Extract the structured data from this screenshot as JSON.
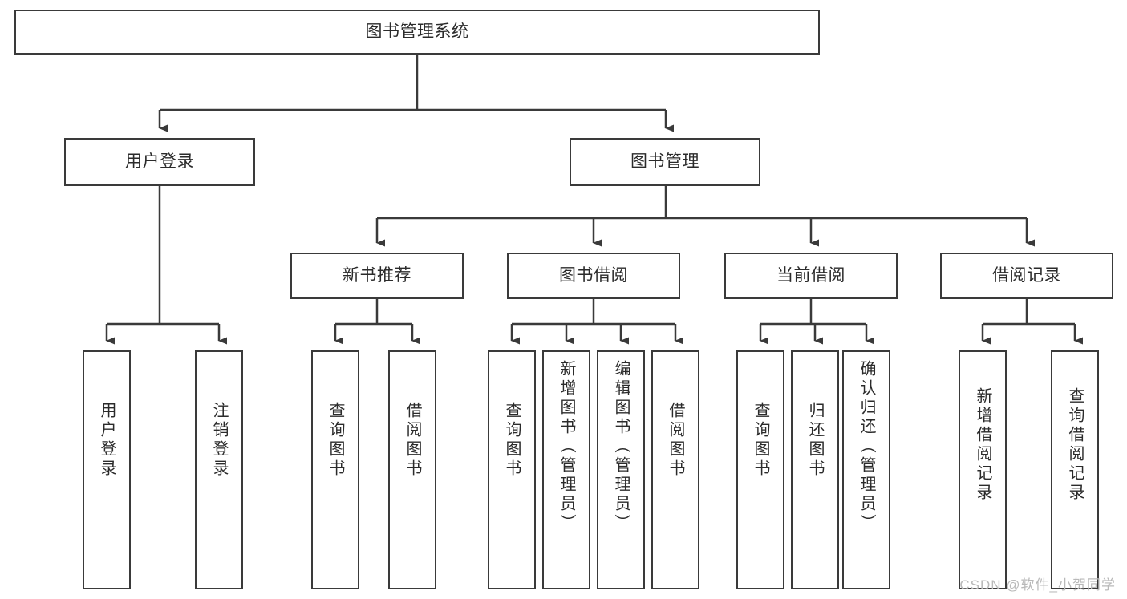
{
  "diagram": {
    "title": "图书管理系统",
    "watermark": "CSDN @软件_小贺同学",
    "colors": {
      "stroke": "#3a3a3a",
      "fill": "#ffffff",
      "text": "#2b2b2b",
      "watermark": "#b9b9b9"
    },
    "root": {
      "label": "图书管理系统"
    },
    "level2": [
      {
        "label": "用户登录"
      },
      {
        "label": "图书管理"
      }
    ],
    "level3": [
      {
        "label": "新书推荐"
      },
      {
        "label": "图书借阅"
      },
      {
        "label": "当前借阅"
      },
      {
        "label": "借阅记录"
      }
    ],
    "leaves": [
      {
        "label": "用户登录",
        "parent": "用户登录"
      },
      {
        "label": "注销登录",
        "parent": "用户登录"
      },
      {
        "label": "查询图书",
        "parent": "新书推荐"
      },
      {
        "label": "借阅图书",
        "parent": "新书推荐"
      },
      {
        "label": "查询图书",
        "parent": "图书借阅"
      },
      {
        "label": "新增图书（管理员）",
        "parent": "图书借阅"
      },
      {
        "label": "编辑图书（管理员）",
        "parent": "图书借阅"
      },
      {
        "label": "借阅图书",
        "parent": "图书借阅"
      },
      {
        "label": "查询图书",
        "parent": "当前借阅"
      },
      {
        "label": "归还图书",
        "parent": "当前借阅"
      },
      {
        "label": "确认归还（管理员）",
        "parent": "当前借阅"
      },
      {
        "label": "新增借阅记录",
        "parent": "借阅记录"
      },
      {
        "label": "查询借阅记录",
        "parent": "借阅记录"
      }
    ]
  }
}
